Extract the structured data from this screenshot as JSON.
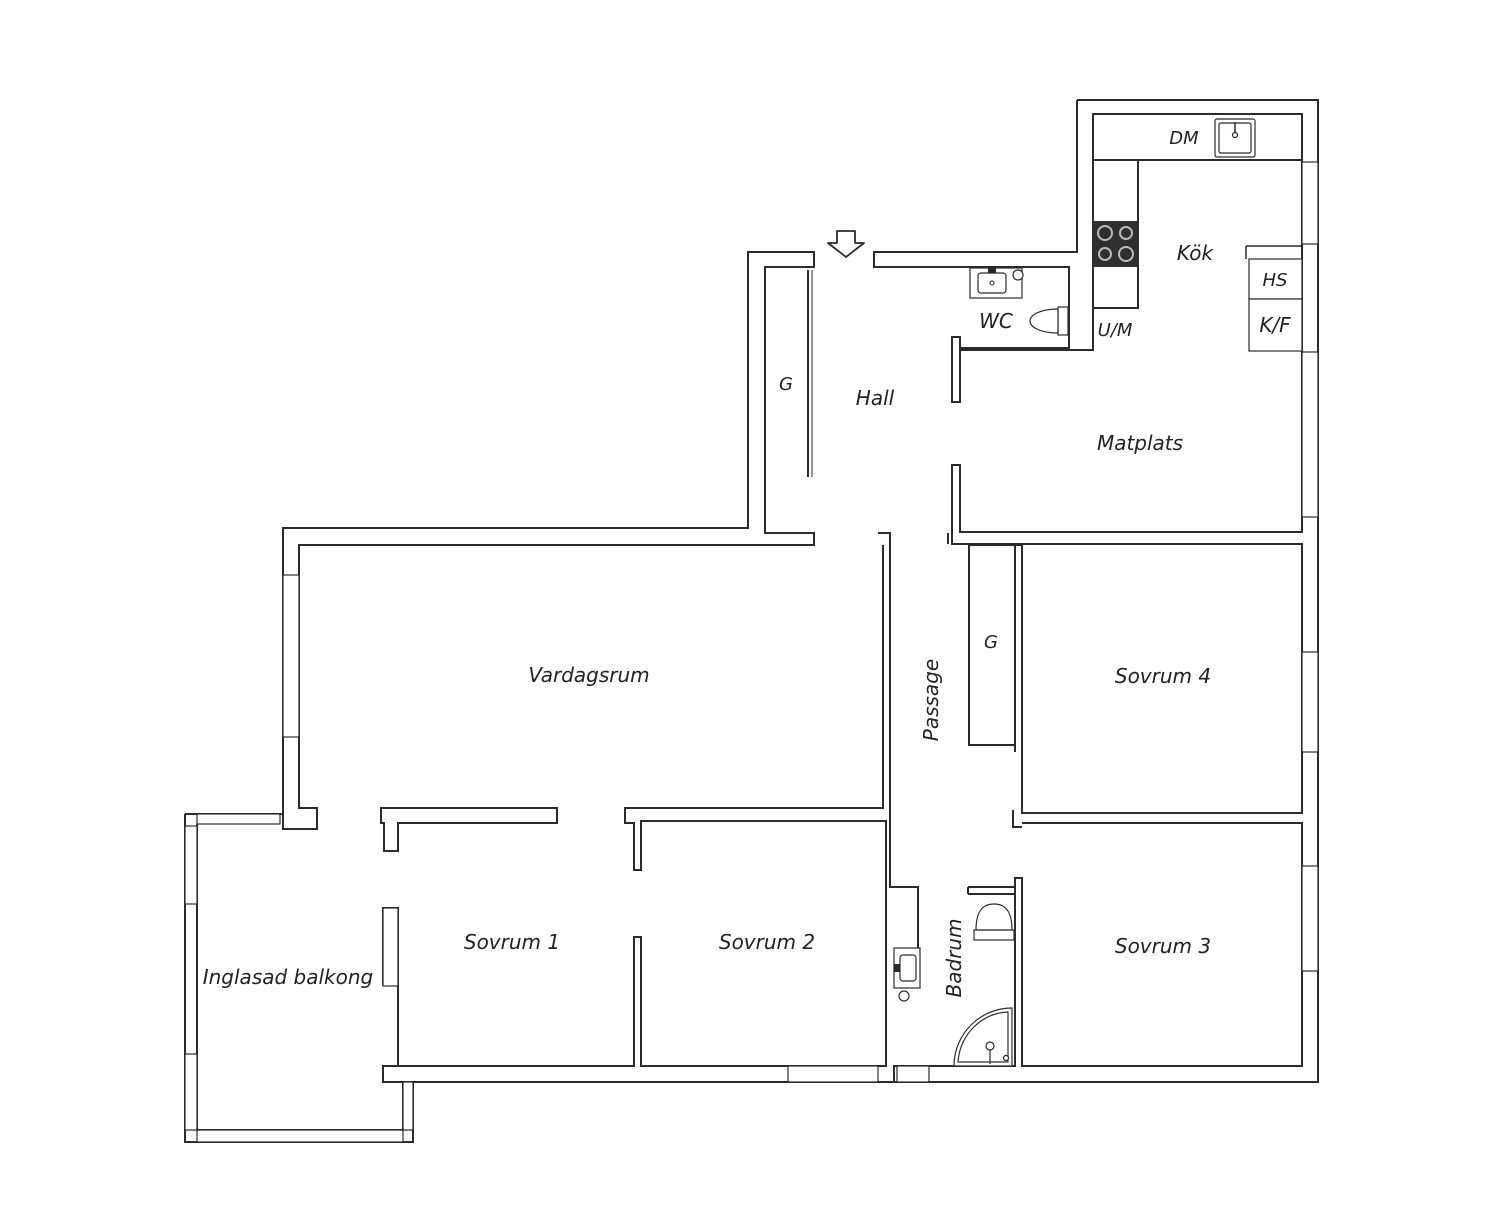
{
  "rooms": {
    "hall": "Hall",
    "closet_hall": "G",
    "wc": "WC",
    "kok": "Kök",
    "dm": "DM",
    "um": "U/M",
    "hs": "HS",
    "kf": "K/F",
    "matplats": "Matplats",
    "vardagsrum": "Vardagsrum",
    "passage": "Passage",
    "closet_passage": "G",
    "sovrum4": "Sovrum 4",
    "sovrum1": "Sovrum 1",
    "sovrum2": "Sovrum 2",
    "sovrum3": "Sovrum 3",
    "badrum": "Badrum",
    "balkong": "Inglasad balkong"
  },
  "icons": {
    "entrance": "entrance-arrow-icon",
    "stove": "stove-icon",
    "sink": "sink-icon",
    "toilet": "toilet-icon",
    "shower": "shower-icon"
  }
}
